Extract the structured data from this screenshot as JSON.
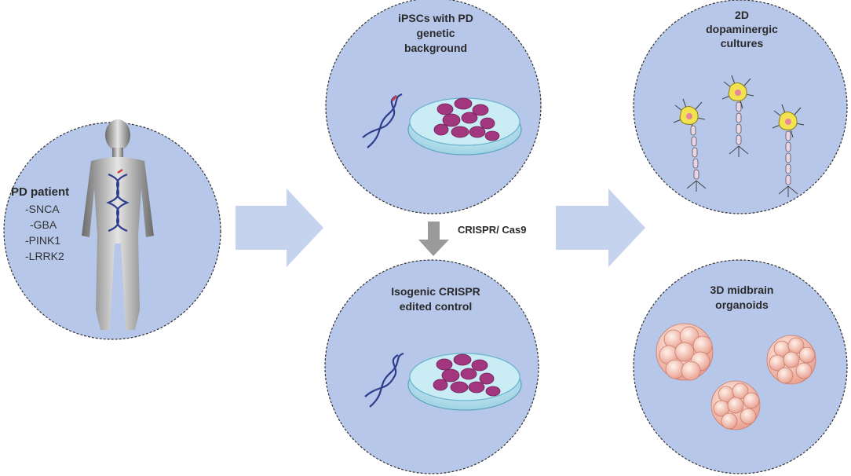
{
  "patient": {
    "title": "PD patient",
    "genes": [
      "-SNCA",
      "-GBA",
      "-PINK1",
      "-LRRK2"
    ]
  },
  "ipsc": {
    "title_lines": [
      "iPSCs with PD",
      "genetic",
      "background"
    ]
  },
  "crispr": {
    "label": "CRISPR/ Cas9"
  },
  "isogenic": {
    "title_lines": [
      "Isogenic CRISPR",
      "edited control"
    ]
  },
  "cultures2d": {
    "title_lines": [
      "2D",
      "dopaminergic",
      "cultures"
    ]
  },
  "organoids3d": {
    "title_lines": [
      "3D midbrain",
      "organoids"
    ]
  },
  "colors": {
    "circle_fill": "#b7c7ea",
    "circle_stroke": "#333333",
    "arrow_fill": "#c5d3ee",
    "gray_arrow": "#9a9a9a",
    "cell": "#a2377f",
    "dna": "#2f3d8c",
    "neuron_body": "#f2e24f",
    "organoid": "#f3bfae"
  }
}
